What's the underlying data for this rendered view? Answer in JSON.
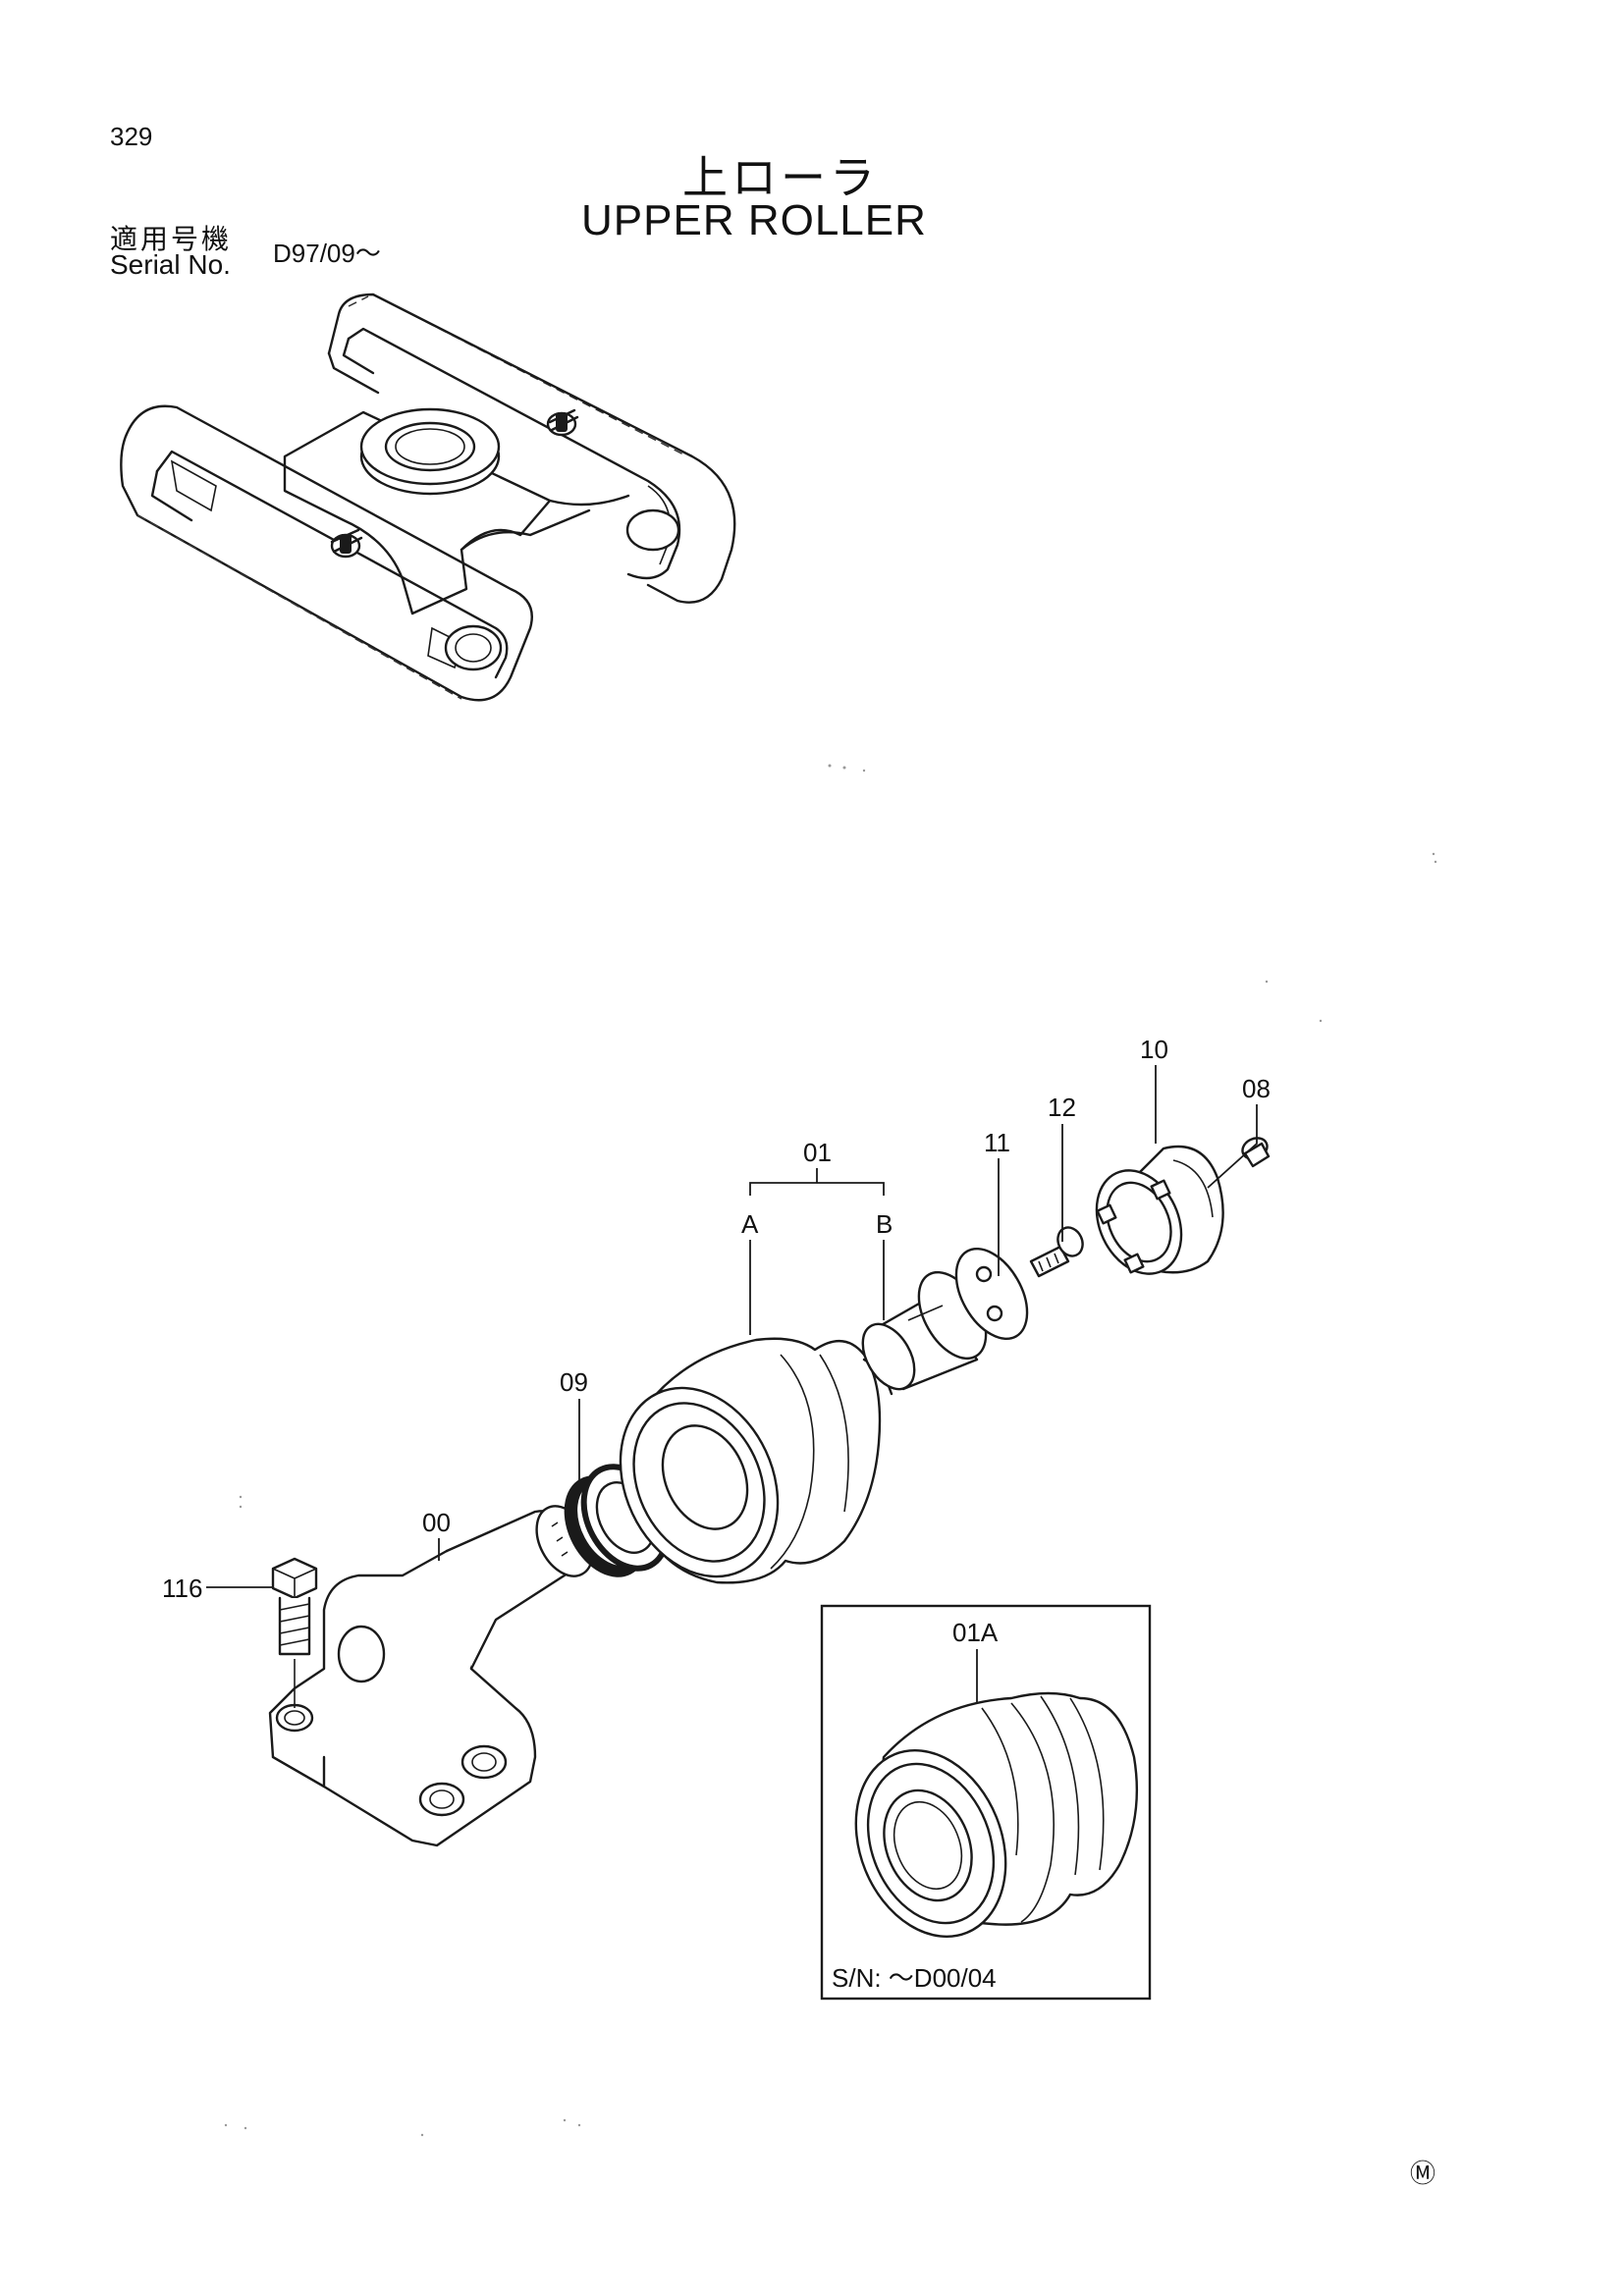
{
  "page": {
    "number": "329"
  },
  "title": {
    "japanese": "上ローラ",
    "english": "UPPER ROLLER"
  },
  "serial": {
    "label_jp": "適用号機",
    "label_en": "Serial No.",
    "value": "D97/09～"
  },
  "callouts": {
    "p00": "00",
    "p01": "01",
    "pA": "A",
    "pB": "B",
    "p08": "08",
    "p09": "09",
    "p10": "10",
    "p11": "11",
    "p12": "12",
    "p116": "116"
  },
  "inset": {
    "part": "01A",
    "note": "S/N: ～D00/04"
  },
  "marks": {
    "corner": "Ⓜ"
  }
}
